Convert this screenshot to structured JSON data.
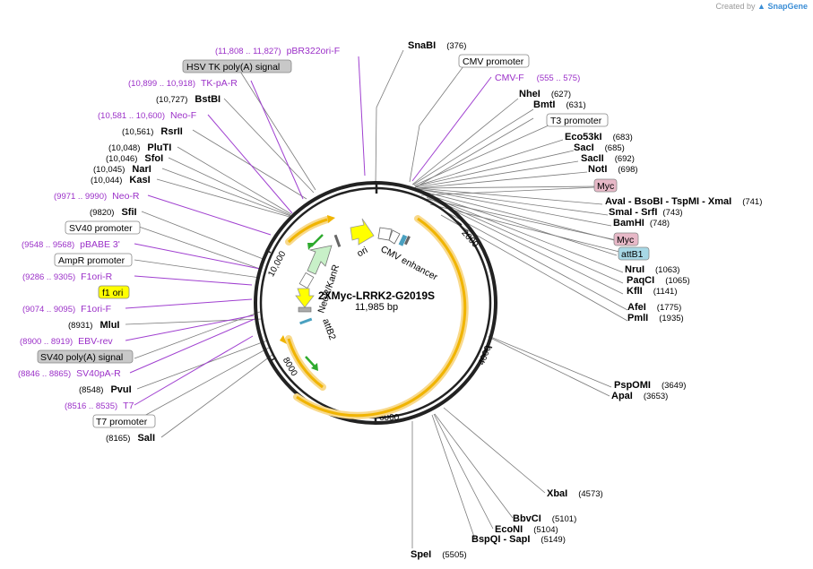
{
  "credit": {
    "prefix": "Created by",
    "brand": "SnapGene"
  },
  "plasmid": {
    "name": "2XMyc-LRRK2-G2019S",
    "length": "11,985 bp"
  },
  "ticks": [
    "2000",
    "4000",
    "6000",
    "8000",
    "10,000"
  ],
  "sites": [
    {
      "name": "SnaBI",
      "pos": "(376)"
    },
    {
      "name": "NheI",
      "pos": "(627)"
    },
    {
      "name": "BmtI",
      "pos": "(631)"
    },
    {
      "name": "Eco53kI",
      "pos": "(683)"
    },
    {
      "name": "SacI",
      "pos": "(685)"
    },
    {
      "name": "SacII",
      "pos": "(692)"
    },
    {
      "name": "NotI",
      "pos": "(698)"
    },
    {
      "name": "AvaI - BsoBI - TspMI - XmaI",
      "pos": "(741)"
    },
    {
      "name": "SmaI - SrfI",
      "pos": "(743)"
    },
    {
      "name": "BamHI",
      "pos": "(748)"
    },
    {
      "name": "NruI",
      "pos": "(1063)"
    },
    {
      "name": "PaqCI",
      "pos": "(1065)"
    },
    {
      "name": "KflI",
      "pos": "(1141)"
    },
    {
      "name": "AfeI",
      "pos": "(1775)"
    },
    {
      "name": "PmlI",
      "pos": "(1935)"
    },
    {
      "name": "PspOMI",
      "pos": "(3649)"
    },
    {
      "name": "ApaI",
      "pos": "(3653)"
    },
    {
      "name": "XbaI",
      "pos": "(4573)"
    },
    {
      "name": "BbvCI",
      "pos": "(5101)"
    },
    {
      "name": "EcoNI",
      "pos": "(5104)"
    },
    {
      "name": "BspQI - SapI",
      "pos": "(5149)"
    },
    {
      "name": "SpeI",
      "pos": "(5505)"
    },
    {
      "name": "SalI",
      "pos": "(8165)"
    },
    {
      "name": "PvuI",
      "pos": "(8548)"
    },
    {
      "name": "MluI",
      "pos": "(8931)"
    },
    {
      "name": "SfiI",
      "pos": "(9820)"
    },
    {
      "name": "KasI",
      "pos": "(10,044)"
    },
    {
      "name": "NarI",
      "pos": "(10,045)"
    },
    {
      "name": "SfoI",
      "pos": "(10,046)"
    },
    {
      "name": "PluTI",
      "pos": "(10,048)"
    },
    {
      "name": "RsrII",
      "pos": "(10,561)"
    },
    {
      "name": "BstBI",
      "pos": "(10,727)"
    }
  ],
  "primers": [
    {
      "name": "pBR322ori-F",
      "pos": "(11,808 .. 11,827)"
    },
    {
      "name": "TK-pA-R",
      "pos": "(10,899 .. 10,918)"
    },
    {
      "name": "Neo-F",
      "pos": "(10,581 .. 10,600)"
    },
    {
      "name": "Neo-R",
      "pos": "(9971 .. 9990)"
    },
    {
      "name": "pBABE 3'",
      "pos": "(9548 .. 9568)"
    },
    {
      "name": "F1ori-R",
      "pos": "(9286 .. 9305)"
    },
    {
      "name": "F1ori-F",
      "pos": "(9074 .. 9095)"
    },
    {
      "name": "EBV-rev",
      "pos": "(8900 .. 8919)"
    },
    {
      "name": "SV40pA-R",
      "pos": "(8846 .. 8865)"
    },
    {
      "name": "T7",
      "pos": "(8516 .. 8535)"
    },
    {
      "name": "CMV-F",
      "pos": "(555 .. 575)"
    }
  ],
  "features": [
    {
      "name": "HSV TK poly(A) signal",
      "color": "#c8c8c8"
    },
    {
      "name": "CMV promoter",
      "color": "#ffffff"
    },
    {
      "name": "T3 promoter",
      "color": "#ffffff"
    },
    {
      "name": "Myc",
      "color": "#e7b8c7"
    },
    {
      "name": "Myc",
      "color": "#e7b8c7"
    },
    {
      "name": "attB1",
      "color": "#a7d8e6"
    },
    {
      "name": "SV40 promoter",
      "color": "#ffffff"
    },
    {
      "name": "AmpR promoter",
      "color": "#ffffff"
    },
    {
      "name": "f1 ori",
      "color": "#ffff00"
    },
    {
      "name": "SV40 poly(A) signal",
      "color": "#c8c8c8"
    },
    {
      "name": "T7 promoter",
      "color": "#ffffff"
    }
  ],
  "inner_labels": {
    "ori": "ori",
    "cmv_enhancer": "CMV enhancer",
    "neor": "NeoR/KanR",
    "attb2": "attB2"
  },
  "colors": {
    "backbone": "#222222",
    "lrrk2_arc": "#f0b400",
    "ori_arrow": "#ffff00",
    "neo_arrow": "#c8f0c8",
    "primer": "#9b30c8",
    "small_arrow": "#2eaa2e"
  }
}
